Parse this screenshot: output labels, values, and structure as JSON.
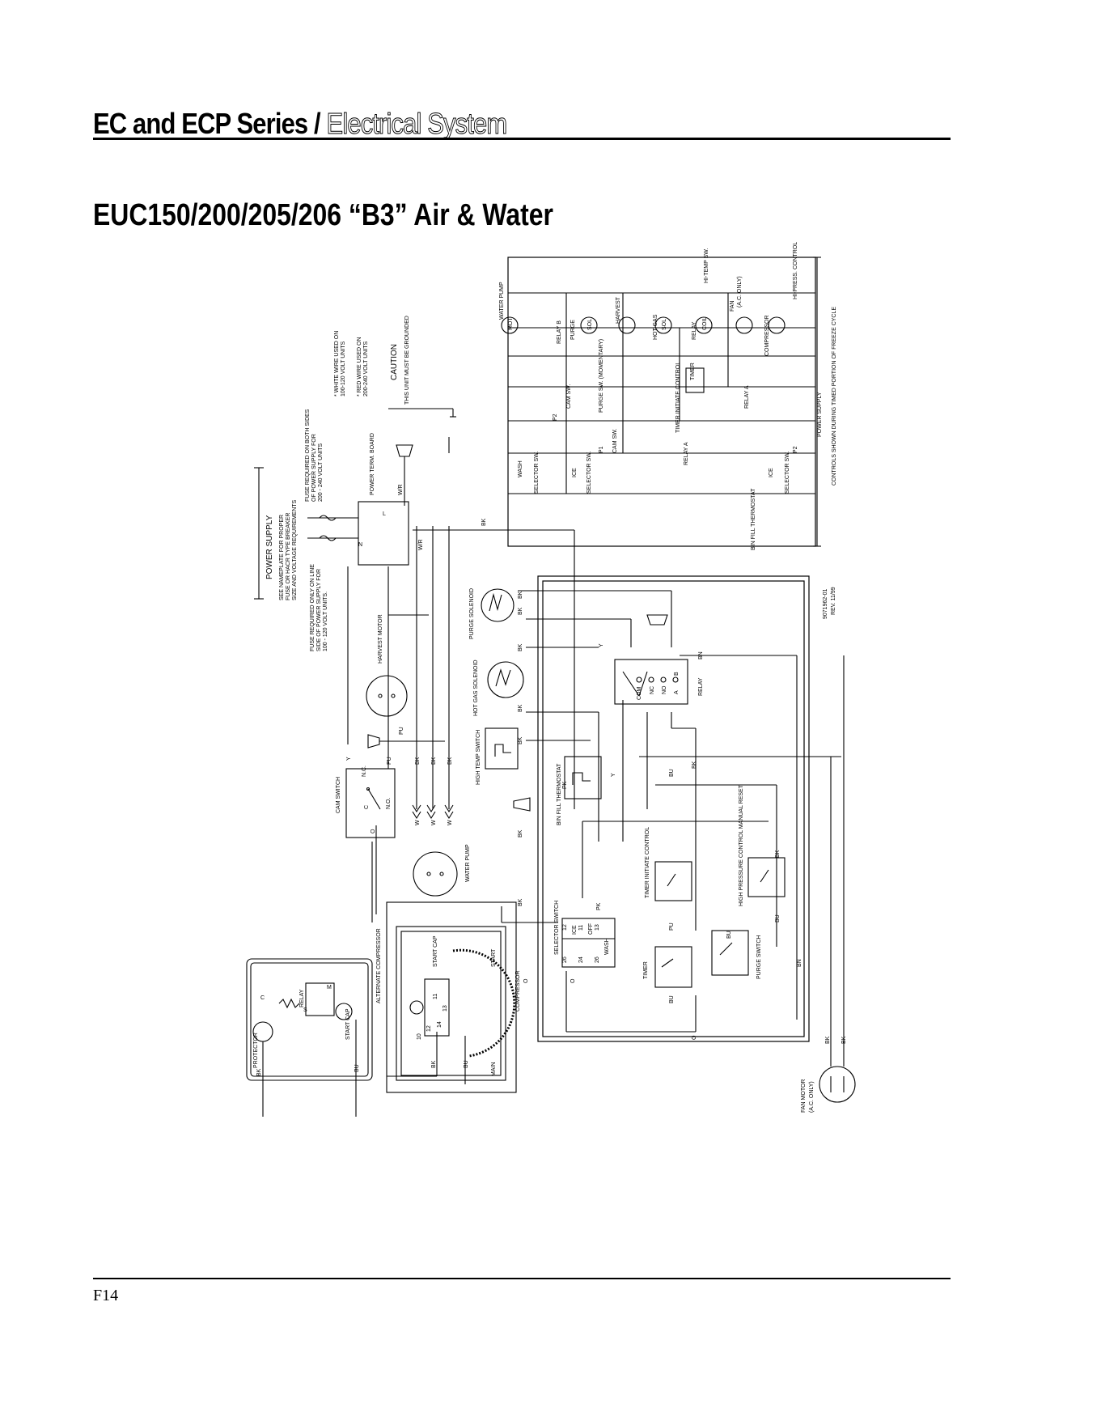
{
  "header": {
    "series": "EC and ECP Series /",
    "section": "Electrical System"
  },
  "title": "EUC150/200/205/206 “B3” Air & Water",
  "footer": {
    "page": "F14"
  },
  "diagram": {
    "power_supply": {
      "title": "POWER SUPPLY",
      "note1": "SEE NAMEPLATE FOR PROPER",
      "note2": "FUSE OR HACR TYPE BREAKER",
      "note3": "SIZE AND VOLTAGE REQUIREMENTS",
      "fuse_both1": "FUSE REQUIRED ON BOTH SIDES",
      "fuse_both2": "OF POWER SUPPLY FOR",
      "fuse_both3": "200 - 240 VOLT UNITS",
      "fuse_line1": "FUSE REQUIRED ONLY ON LINE",
      "fuse_line2": "SIDE OF POWER SUPPLY FOR",
      "fuse_line3": "100 - 120 VOLT UNITS."
    },
    "wire_notes": {
      "white1": "* WHITE WIRE USED ON",
      "white2": "100-120 VOLT UNITS",
      "red1": "* RED WIRE USED ON",
      "red2": "200-240 VOLT UNITS",
      "caution": "CAUTION",
      "caution_text": "THIS UNIT MUST BE GROUNDED"
    },
    "labels": {
      "power_term_board": "POWER TERM. BOARD",
      "term_L": "L",
      "term_N": "N",
      "wr": "W/R",
      "harvest_motor": "HARVEST MOTOR",
      "cam_switch": "CAM SWITCH",
      "water_pump": "WATER PUMP",
      "purge_solenoid": "PURGE SOLENOID",
      "hot_gas_solenoid": "HOT GAS SOLENOID",
      "high_temp_switch": "HIGH TEMP SWITCH",
      "bin_fill_thermostat": "BIN FILL THERMOSTAT",
      "relay": "RELAY",
      "com": "COM",
      "nc": "NC",
      "no": "NO",
      "nc_short": "N.C.",
      "no_short": "N.O.",
      "a": "A",
      "b": "B",
      "c": "C",
      "timer_initiate_control": "TIMER INITIATE CONTROL",
      "high_pressure_control": "HIGH PRESSURE CONTROL MANUAL RESET",
      "selector_switch": "SELECTOR SWITCH",
      "ice": "ICE",
      "off": "OFF",
      "wash": "WASH",
      "timer": "TIMER",
      "purge_switch": "PURGE SWITCH",
      "compressor": "COMPRESSOR",
      "alternate_compressor": "ALTERNATE COMPRESSOR",
      "start": "START",
      "main": "MAIN",
      "start_cap": "START CAP",
      "protector": "PROTECTOR",
      "relay_lower": "RELAY",
      "fan_motor": "FAN MOTOR",
      "ac_only": "(A.C. ONLY)",
      "drawing_no": "9071962-01",
      "rev": "REV. 11/99",
      "s": "S",
      "m": "M"
    },
    "wire_colors": {
      "bk": "BK",
      "y": "Y",
      "pu": "PU",
      "w": "W",
      "pk": "PK",
      "bu": "BU",
      "bn": "BN",
      "o": "O"
    },
    "terminals": [
      "10",
      "11",
      "12",
      "13",
      "14",
      "24",
      "26"
    ],
    "ladder": {
      "water_pump": "WATER PUMP",
      "mot": "MOT",
      "sol": "SOL",
      "coil": "COIL",
      "relay_b": "RELAY B",
      "purge": "PURGE",
      "harvest": "HARVEST",
      "hot_gas": "HOT GAS",
      "relay": "RELAY",
      "fan": "FAN",
      "ac_only": "(A.C. ONLY)",
      "hi_temp_sw": "HI-TEMP SW.",
      "hi_press_control": "HI-PRESS. CONTROL",
      "compressor": "COMPRESSOR",
      "cam_sw": "CAM SW.",
      "purge_sw": "PURGE SW. (MOMENTARY)",
      "timer": "TIMER",
      "timer_initiate": "TIMER INITIATE CONTROL",
      "relay_a": "RELAY A",
      "wash": "WASH",
      "selector_sw": "SELECTOR SW.",
      "p1": "P1",
      "p2": "P2",
      "ice": "ICE",
      "bin_fill": "BIN FILL THERMOSTAT",
      "power_supply": "POWER SUPPLY",
      "controls_note": "CONTROLS SHOWN DURING TIMED PORTION OF FREEZE CYCLE"
    }
  }
}
